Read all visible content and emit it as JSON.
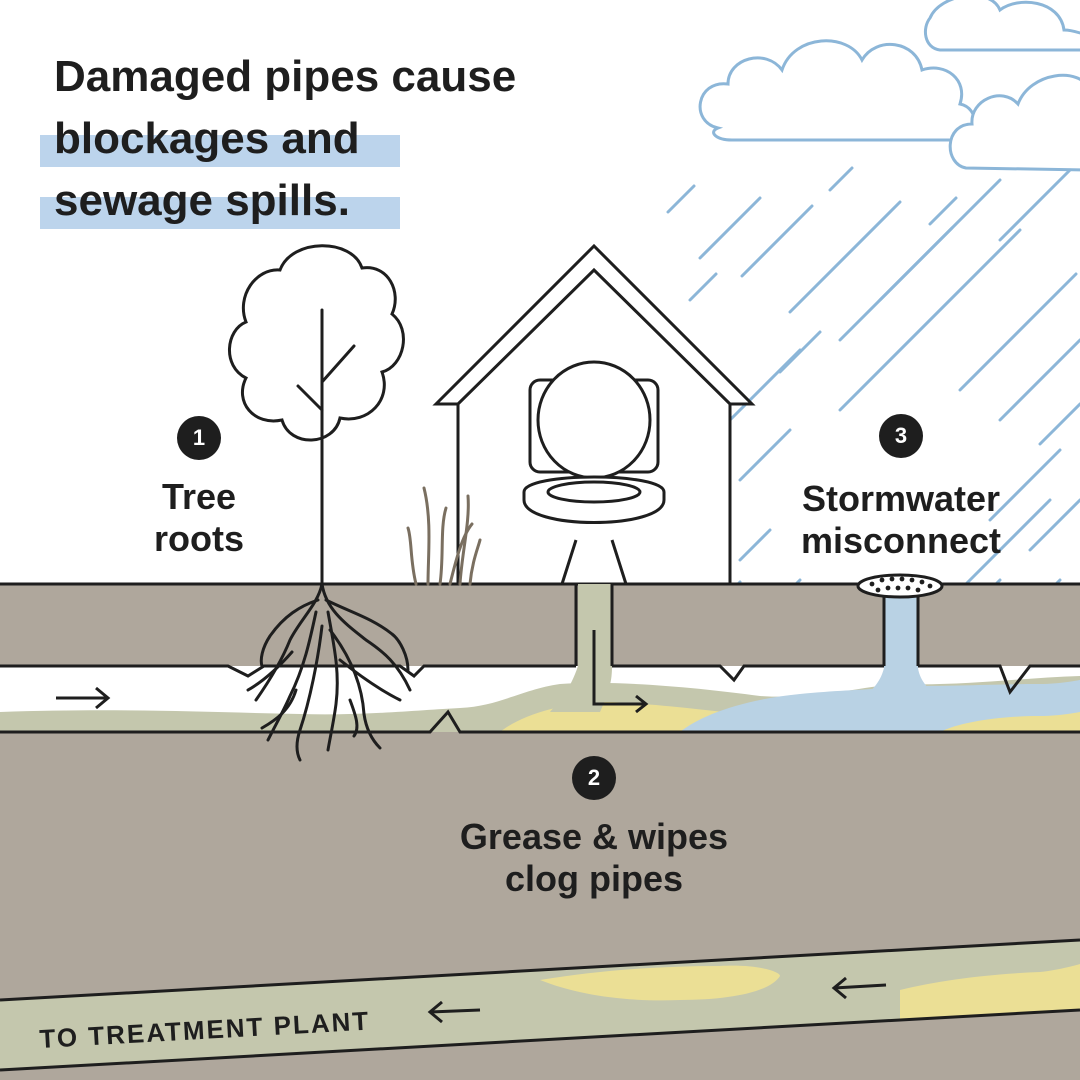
{
  "headline": {
    "line1": "Damaged pipes cause",
    "line2": "blockages and",
    "line3": "sewage spills."
  },
  "callouts": [
    {
      "number": "1",
      "line1": "Tree",
      "line2": "roots"
    },
    {
      "number": "2",
      "line1": "Grease & wipes",
      "line2": "clog pipes"
    },
    {
      "number": "3",
      "line1": "Stormwater",
      "line2": "misconnect"
    }
  ],
  "main_pipe": {
    "label": "TO TREATMENT PLANT"
  },
  "icons": [
    "cloud-icon",
    "rain-icon",
    "tree-icon",
    "house-icon",
    "toilet-icon",
    "grass-icon",
    "drain-grate-icon",
    "flow-arrow-icon"
  ],
  "colors": {
    "sky": "#ffffff",
    "soil": "#afa79c",
    "pipe_interior": "#ffffff",
    "sewage_green": "#c4c7ad",
    "grease_yellow": "#ebdf95",
    "stormwater_blue": "#b9d2e4",
    "rain": "#8cb6d8",
    "outline": "#1e1e1e",
    "highlight": "#bcd4ec"
  }
}
